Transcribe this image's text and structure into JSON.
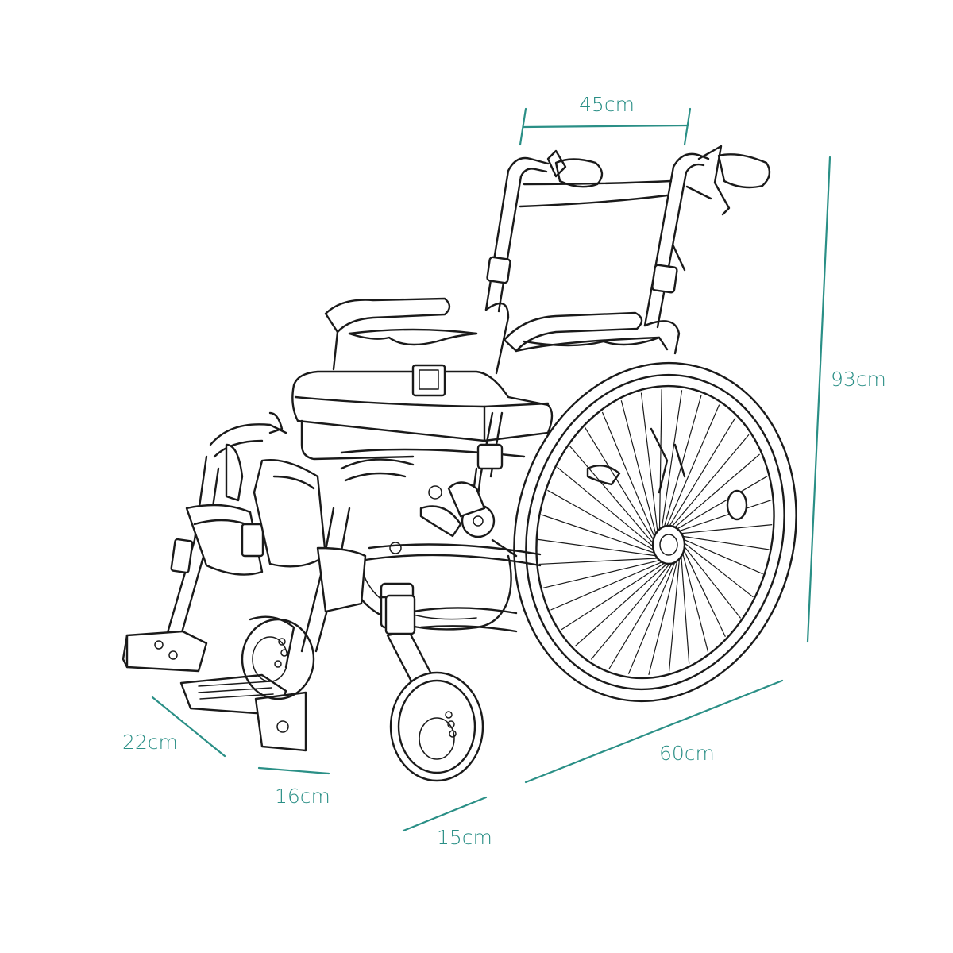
{
  "dimensions": {
    "backrest_width": "45cm",
    "height": "93cm",
    "length": "60cm",
    "footrest_depth": "22cm",
    "footrest_width": "16cm",
    "caster_width": "15cm"
  },
  "colors": {
    "dimension_accent": "#2a8f86",
    "line_art": "#1a1a1a",
    "background": "#ffffff"
  },
  "illustration": {
    "subject_icon": "wheelchair-icon"
  }
}
